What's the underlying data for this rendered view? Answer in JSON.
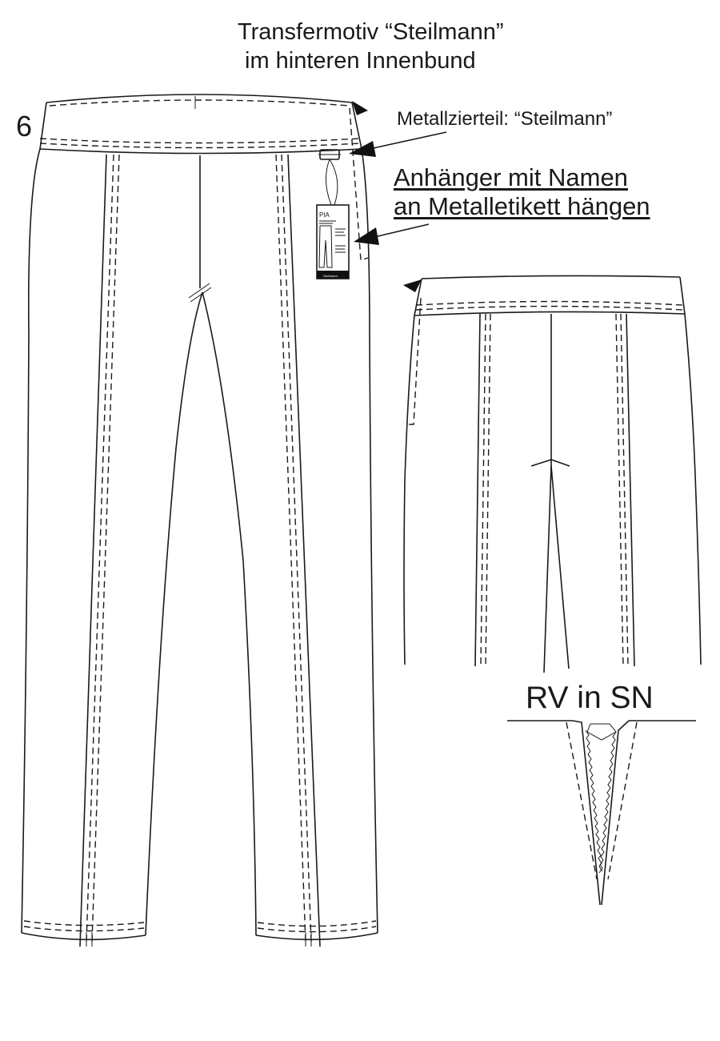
{
  "labels": {
    "figure_number": "6",
    "title_line1": "Transfermotiv “Steilmann”",
    "title_line2": "im hinteren Innenbund",
    "metal_part": "Metallzierteil: “Steilmann”",
    "hangtag_line1": "Anhänger mit Namen",
    "hangtag_line2": "an Metalletikett hängen",
    "zipper_note": "RV in SN"
  },
  "hangtag": {
    "brand": "PIA",
    "footer": "Steilmann"
  }
}
